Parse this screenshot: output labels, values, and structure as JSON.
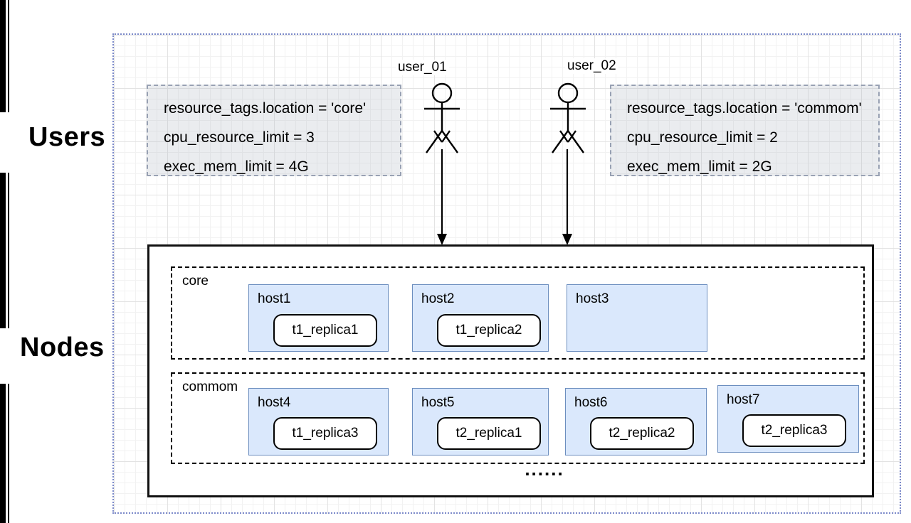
{
  "side_labels": {
    "users": "Users",
    "nodes": "Nodes"
  },
  "users": [
    {
      "name": "user_01",
      "config_lines": [
        "resource_tags.location = 'core'",
        "cpu_resource_limit = 3",
        "exec_mem_limit = 4G"
      ]
    },
    {
      "name": "user_02",
      "config_lines": [
        "resource_tags.location = 'commom'",
        "cpu_resource_limit = 2",
        "exec_mem_limit = 2G"
      ]
    }
  ],
  "node_groups": [
    {
      "name": "core",
      "hosts": [
        {
          "name": "host1",
          "replica": "t1_replica1"
        },
        {
          "name": "host2",
          "replica": "t1_replica2"
        },
        {
          "name": "host3",
          "replica": ""
        }
      ]
    },
    {
      "name": "commom",
      "hosts": [
        {
          "name": "host4",
          "replica": "t1_replica3"
        },
        {
          "name": "host5",
          "replica": "t2_replica1"
        },
        {
          "name": "host6",
          "replica": "t2_replica2"
        },
        {
          "name": "host7",
          "replica": "t2_replica3"
        }
      ]
    }
  ],
  "ellipsis": "......",
  "colors": {
    "host_fill": "#dae8fc",
    "host_border": "#6c8ebf",
    "config_fill": "rgba(178,188,199,0.28)",
    "config_border": "#98a1b3",
    "outer_dotted_border": "#7b89c9",
    "ink": "#000000"
  }
}
